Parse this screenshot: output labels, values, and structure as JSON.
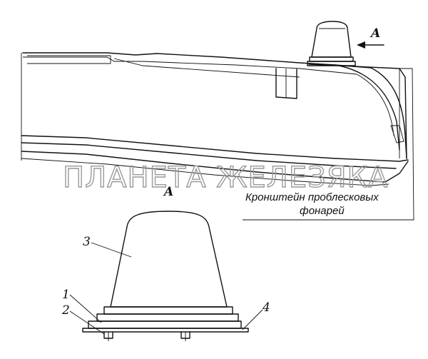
{
  "view_label_top": "A",
  "view_label_detail": "A",
  "watermark": "ПЛАНЕТА ЖЕЛЕЗЯКА",
  "caption": {
    "line1": "Кронштейн проблесковых",
    "line2": "фонарей"
  },
  "callouts": [
    "1",
    "2",
    "3",
    "4"
  ]
}
